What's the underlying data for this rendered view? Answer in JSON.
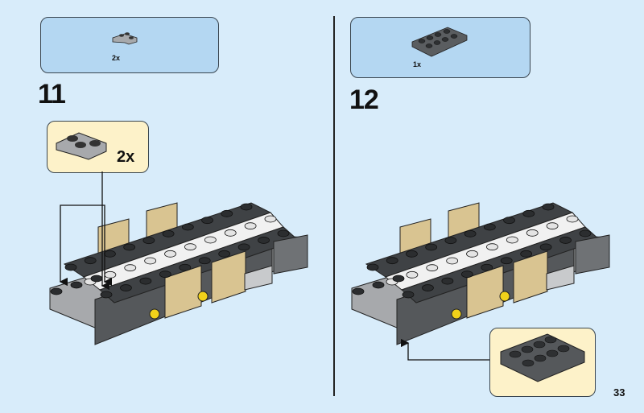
{
  "steps": [
    {
      "number": "11",
      "parts_list": {
        "quantity": "2x",
        "part": "light-gray-corner-plate-icon"
      },
      "callout": {
        "quantity": "2x"
      }
    },
    {
      "number": "12",
      "parts_list": {
        "quantity": "1x",
        "part": "dark-gray-plate-2x4-icon"
      },
      "callout": {
        "quantity": ""
      }
    }
  ],
  "page_number": "33",
  "colors": {
    "background": "#d8ecfa",
    "parts_box": "#b4d7f2",
    "callout": "#fdf2c9",
    "dark_brick": "#4a4d50",
    "light_brick": "#a7a9ac",
    "tan": "#d9c491"
  }
}
